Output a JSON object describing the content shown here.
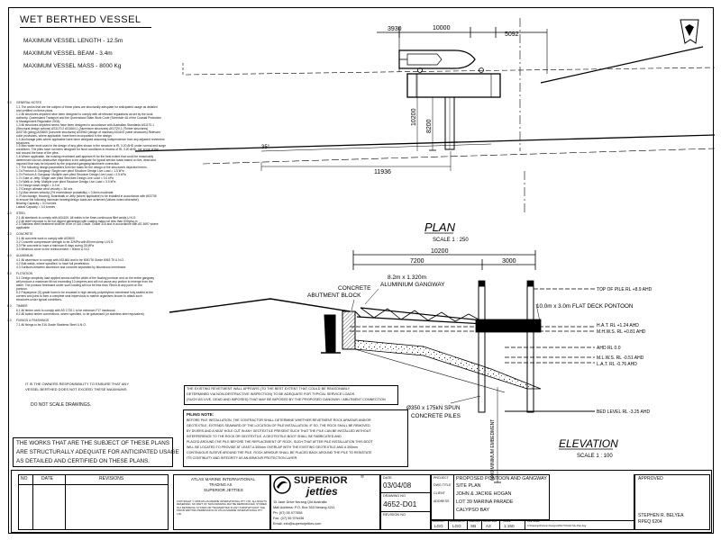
{
  "header": {
    "title": "WET BERTHED VESSEL",
    "specs": [
      "MAXIMUM VESSEL LENGTH - 12.5m",
      "MAXIMUM VESSEL BEAM - 3.4m",
      "MAXIMUM VESSEL MASS - 8000 Kg"
    ]
  },
  "notes": {
    "sections": [
      {
        "num": "1.0",
        "heading": "GENERAL NOTES",
        "lines": [
          "1.1  The works that are the subject of these plans are structurally adequate for anticipated usage as detailed",
          "      and certified on these plans.",
          "1.2  All structures depicted have been designed to comply with all relevant regulations as set by the local",
          "      authority, Queensland Transport and the Queensland State Work Code (Schedule 4A of the Coastal Protection",
          "      & Management Regulation 2003).",
          "1.3  All structures depicted herein have been designed in accordance with Australian Standards AS1170.1",
          "      (Structural design actions) AS1170.2 AS1664.1 (Aluminium structures) AS1720.1 (Timber structures)",
          "      AS3735 (piling) AS3600 (concrete structures) AS3962 (design of marinas) AS4100 (steel structures) Relevant",
          "      code provisions, where applicable, have been incorporated in the design.",
          "1.4  Anchorage piles where applicable have been designed assuming independence from any adjacent revetment",
          "      structures.",
          "1.5  Max water level used in the design of any piles shown in the structure is RL 3.20 AHD under normal and surge",
          "      conditions. The piles have not been designed for flood conditions in excess of RL 3.20 AHD, nor scour of the",
          "      soil around the base of the piles.",
          "1.6  Where applicable, the existing revetment wall appears fit for the best extent that could be reasonably",
          "      determined via non-destructive inspection to be adequate for typical service loads based on live, dead and",
          "      imposed that may be imposed by the proposed gangway/abutment connection.",
          "1.7  The following design parameters form the basis for the design of the structure/s depicted herein -",
          "      1.7a  Pontoon & Gangway: Single user plied Structure Design Live Load = 1.5 kPa",
          "      1.7b  Pontoon & Gangway: Multiple user plied Structure Design Live Load = 2.5 kPa",
          "      1.7c  Gate or Jetty: Single user plied Structure Design Live Load = 3.0 kPa",
          "      1.7d  Walk or Jetty: Multiple user plied Structure Design Live Load = 3.0 kPa",
          "      1.7e  Design wave height = 0.3 m",
          "      1.7f  Design ultimate wind velocity = 36 m/s",
          "      1.7g  Max stream velocity (2% exceedance probability) = 0.5m/s moderate",
          "      1.7h  Anchorage, Mooring, Boardwalk or Jetty (where applicable) to be installed in accordance with AS3735",
          "             to ensure the following minimum bearing/design loads are achieved (Values noted otherwise):",
          "             Bearing Capacity = 3.0 tonnes",
          "             Lateral Capacity = 3.0 tonnes"
        ]
      },
      {
        "num": "2.0",
        "heading": "STEEL",
        "lines": [
          "2.1  All steelwork to comply with AS4100. All welds to be 6mm continuous fillet welds U.N.O.",
          "2.2  All steel exposed to be hot dipped galvanised with coating mass not less than 600g/sq.m",
          "2.3  Stainless steel treatment shall be to be of 316 Grade. Grade 316 and in accordance with AS 3697 where",
          "      applicable."
        ]
      },
      {
        "num": "3.0",
        "heading": "CONCRETE",
        "lines": [
          "3.1  All concrete work to comply with AS3600",
          "3.2  Concrete compressive strength to be 32MPa with 80mm slump U.N.O.",
          "3.3  Pile concrete to have a minimum 8 days curing 25 MPa",
          "3.4  Minimum cover to the reinforcement = 50mm U.N.O."
        ]
      },
      {
        "num": "4.0",
        "heading": "ALUMINIUM",
        "lines": [
          "4.1  All aluminium to comply with AS1664 and to be 6061T6 Grade 6063 T5 U.N.O.",
          "4.2  Butt welds, where specified, to have full penetration.",
          "4.3  Surfaces between aluminium and concrete separated by bituminous membrane."
        ]
      },
      {
        "num": "5.0",
        "heading": "FLOTATION",
        "lines": [
          "5.1  Design simplicity load applied across half the width of the floating pontoon and on the entire gangway",
          "      will produce a maximum tilt not exceeding 10 degrees and will not cause any portion to emerge from the",
          "      water. The pontoon freeboard under such loading will not be less than 75mm at any point on the",
          "      pontoon.",
          "5.2  Polystyrene (S) grade foam to be encased in high density polyethylene membrane fully sealed at the",
          "      corners and joins to form a complete seal impervious to marine organisms known to attack such",
          "      structures under typical conditions."
        ]
      },
      {
        "num": "6.0",
        "heading": "TIMBER",
        "lines": [
          "6.1  All timber work to comply with AS 1720.1 to be minimum F17 hardwood.",
          "6.2  All bolted timber connections, where specified, to be galvanised (or stainless steel equivalent)."
        ]
      },
      {
        "num": "7.0",
        "heading": "FIXINGS & FINISHINGS",
        "lines": [
          "7.1  All fixings to be 316 Grade Stainless Steel U.N.O."
        ]
      }
    ],
    "owner_warning": [
      "IT IS THE OWNERS RESPONSIBILITY TO ENSURE THAT ANY",
      "VESSEL BERTHED DOES NOT EXCEED THESE MAXIMUMS"
    ],
    "do_not_scale": "DO NOT SCALE DRAWINGS."
  },
  "certification_box": [
    "THE WORKS THAT ARE THE SUBJECT OF THESE PLANS",
    "ARE STRUCTURALLY ADEQUATE FOR ANTICIPATED USAGE",
    "AS DETAILED AND CERTIFIED ON THESE PLANS."
  ],
  "plan": {
    "title": "PLAN",
    "scale": "SCALE 1 : 250",
    "dimensions": {
      "d3930": "3930",
      "d10000": "10000",
      "d5092": "5092",
      "d10200": "10200",
      "d8200": "8200",
      "d11936": "11936",
      "angle": "35°"
    }
  },
  "elevation": {
    "title": "ELEVATION",
    "scale": "SCALE 1 : 100",
    "dimensions": {
      "d10200": "10200",
      "d7200": "7200",
      "d3000": "3000",
      "embed": "6000 MINIMUM EMBEDMENT"
    },
    "labels": {
      "gangway": [
        "8.2m x 1.320m",
        "ALUMINIUM GANGWAY"
      ],
      "abutment": [
        "CONCRETE",
        "ABUTMENT BLOCK"
      ],
      "pontoon": "10.0m x 3.0m FLAT DECK PONTOON",
      "piles": [
        "Ø350 x 175kN SPUN",
        "CONCRETE PILES"
      ]
    },
    "levels": [
      "TOP OF PILE RL +8.9 AHD",
      "H.A.T. RL +1.24 AHD",
      "M.H.W.S. RL +0.81 AHD",
      "AHD RL 0.0",
      "M.L.W.S. RL -0.51 AHD",
      "L.A.T. RL -0.76 AHD",
      "BED LEVEL RL -3.25 AHD"
    ]
  },
  "revetment_note": [
    "THE EXISTING REVETMENT WALL APPEARS (TO THE BEST EXTENT THAT COULD BE REASONABLY",
    "DETERMINED VIA NON-DESTRUCTIVE INSPECTION) TO BE ADEQUATE FOR TYPICAL SERVICE LOADS",
    "(SUCH AS LIVE, DEAD AND IMPOSED) THAT MAY BE IMPOSED BY THE PROPOSED GANGWAY / ABUTMENT CONNECTION"
  ],
  "pile_note": {
    "heading": "PILING NOTE:",
    "lines": [
      "BEFORE PILE INSTALLATION, THE CONTRACTOR SHALL DETERMINE WHETHER REVETMENT ROCK ARMOUR AND/OR",
      "GEOTEXTILE, EXTENDS SEAWARD OF THE LOCATION OF PILE INSTALLATION. IF SO, THE ROCK SHALL BE REMOVED",
      "BY DIVERS AND A NEAT HOLE CUT IN ANY GEOTEXTILE PRESENT SUCH THAT THE PILE CAN BE INSTALLED WITHOUT",
      "INTERFERENCE TO THE ROCK OR GEOTEXTILE. A GEOTEXTILE BOOT SHALL BE FABRICATED AND",
      "PLACED AROUND THE PILE BEFORE THE REPLACEMENT OF ROCK, SUCH THAT AFTER PILE INSTALLATION THIS BOOT",
      "WILL BE LOCATED TO PROVIDE AT LEAST A 300mm OVERLAP WITH THE EXISTING GEOTEXTILE AND A 300mm",
      "CONTINUOUS SLEEVE AROUND THE PILE. ROCK ARMOUR SHALL BE PLACED BACK AROUND THE PILE TO REINSTATE",
      "ITS CONTINUITY AND INTEGRITY AS AN ARMOUR PROTECTION LAYER."
    ]
  },
  "title_block": {
    "revision_headers": {
      "no": "NO",
      "date": "DATE",
      "revisions": "REVISIONS"
    },
    "company": [
      "ATLAS MARINE INTERNATIONAL",
      "TRADING AS",
      "SUPERIOR JETTIES"
    ],
    "copyright": "COPYRIGHT © 2008 ATLAS MARINE INTERNATIONAL PTY LTD. ALL RIGHTS RESERVED. NO PART OF THIS DRAWING MAY BE REPRODUCED, STORED IN A RETRIEVAL SYSTEM OR TRANSMITTED IN ANY FORM WITHOUT THE PRIOR WRITTEN PERMISSION OF ATLAS MARINE INTERNATIONAL PTY LTD.",
    "logo": {
      "top": "SUPERIOR",
      "bottom": "jetties",
      "reg": "®"
    },
    "address": [
      "15 Jade Drive   Nerang   Qld   Australia",
      "Mail Address:   P.O. Box 503   Nerang   4211",
      "Ph:   (07) 55 977558",
      "Fax:   (07) 55 976436",
      "Email:   info@superiorjetties.com"
    ],
    "date_label": "DATE",
    "date": "03/04/08",
    "drawing_no_label": "DRAWING NO",
    "drawing_no": "4652-D01",
    "revision_no_label": "REVISION NO",
    "project_label": "PROJECT",
    "project": "PROPOSED PONTOON AND GANGWAY",
    "dwg_title_label": "DWG TITLE",
    "dwg_title": "SITE PLAN",
    "client_label": "CLIENT",
    "client": "JOHN & JACKIE HOGAN",
    "address_label": "ADDRESS",
    "site_address": [
      "LOT 39  MARINA PARADE",
      "CALYPSO BAY"
    ],
    "bottom_labels": {
      "drawn": "DRAWN BY",
      "designed": "DESIGNED BY",
      "checked": "CHECKED",
      "sheet": "PAPER SIZE",
      "scale": "SCALE",
      "file": "FILE NAME"
    },
    "bottom_values": {
      "drawn": "LGG",
      "designed": "LGG",
      "checked": "SB",
      "sheet": "A3",
      "scale": "1:150",
      "file": "X:\\Drawings\\Pontoon Designs\\4652 HOGAN Site Plan.dwg"
    },
    "approved_label": "APPROVED",
    "engineer": "STEPHEN R. BELYEA",
    "rpeq": "RPEQ 6204"
  }
}
